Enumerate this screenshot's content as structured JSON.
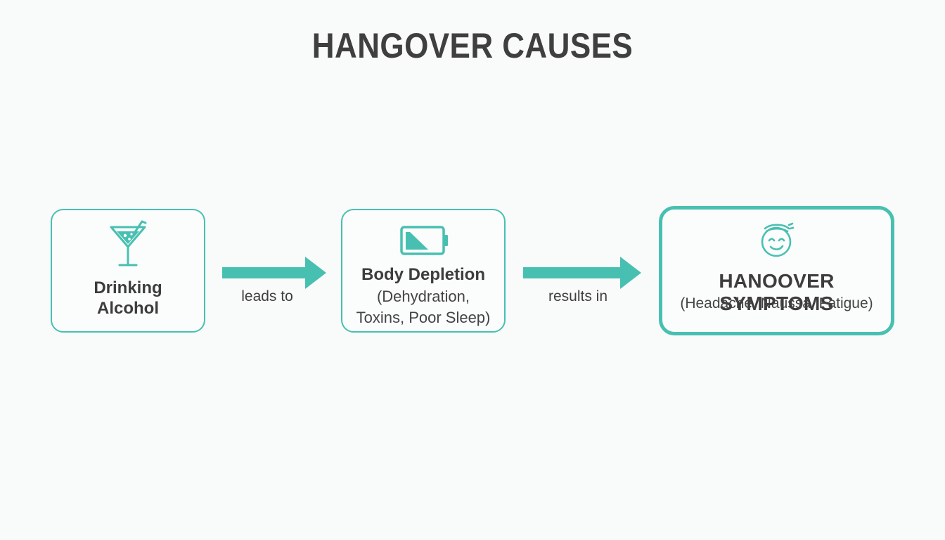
{
  "title": "HANGOVER CAUSES",
  "accent_color": "#48c0b1",
  "nodes": [
    {
      "icon": "cocktail-glass-icon",
      "title_lines": [
        "Drinking",
        "Alcohol"
      ]
    },
    {
      "icon": "low-battery-icon",
      "title": "Body Depletion",
      "subtitle_lines": [
        "(Dehydration,",
        "Toxins, Poor Sleep)"
      ]
    },
    {
      "icon": "dizzy-face-icon",
      "title": "HANOOVER SYMPTOMS",
      "subtitle": "(Headache, Naussa, Fatigue)"
    }
  ],
  "edges": [
    {
      "label": "leads to"
    },
    {
      "label": "results in"
    }
  ]
}
